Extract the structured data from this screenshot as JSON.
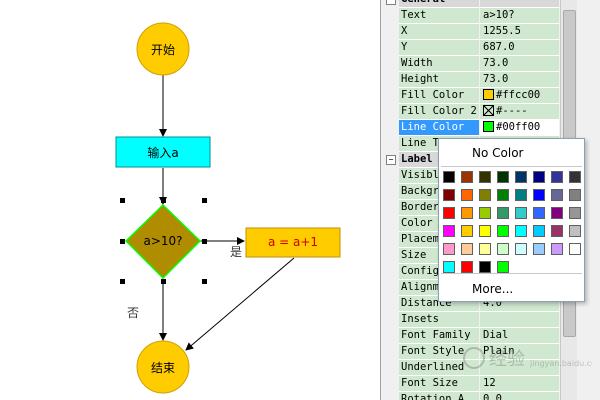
{
  "flowchart": {
    "nodes": {
      "start": "开始",
      "input": "输入a",
      "decision": "a>10?",
      "process": "a = a+1",
      "end": "结束"
    },
    "edge_labels": {
      "yes": "是",
      "no": "否"
    },
    "colors": {
      "circle": "#ffcc00",
      "input": "#00ffff",
      "decision": "#b08c00",
      "process": "#ffcc00"
    }
  },
  "properties": {
    "rows": [
      {
        "key": "General",
        "value": "",
        "type": "category"
      },
      {
        "key": "Text",
        "value": "a>10?"
      },
      {
        "key": "X",
        "value": "1255.5"
      },
      {
        "key": "Y",
        "value": "687.0"
      },
      {
        "key": "Width",
        "value": "73.0"
      },
      {
        "key": "Height",
        "value": "73.0"
      },
      {
        "key": "Fill Color",
        "value": "#ffcc00",
        "swatch": "#ffcc00"
      },
      {
        "key": "Fill Color 2",
        "value": "#----",
        "swatch": "none"
      },
      {
        "key": "Line Color",
        "value": "#00ff00",
        "swatch": "#00ff00",
        "selected": true
      },
      {
        "key": "Line Ty",
        "value": ""
      },
      {
        "key": "Label",
        "value": "",
        "type": "category"
      },
      {
        "key": "Visibl",
        "value": ""
      },
      {
        "key": "Backgr",
        "value": ""
      },
      {
        "key": "Border",
        "value": ""
      },
      {
        "key": "Color",
        "value": ""
      },
      {
        "key": "Placem",
        "value": ""
      },
      {
        "key": "Size",
        "value": ""
      },
      {
        "key": "Config",
        "value": ""
      },
      {
        "key": "Alignm",
        "value": ""
      },
      {
        "key": "Distance",
        "value": "4.0"
      },
      {
        "key": "Insets",
        "value": ""
      },
      {
        "key": "Font Family",
        "value": "Dial"
      },
      {
        "key": "Font Style",
        "value": "Plain"
      },
      {
        "key": "Underlined",
        "value": ""
      },
      {
        "key": "Font Size",
        "value": "12"
      },
      {
        "key": "Rotation A",
        "value": "0.0"
      }
    ]
  },
  "color_popup": {
    "no_color": "No Color",
    "more": "More...",
    "palette": [
      [
        "#000000",
        "#993300",
        "#333300",
        "#003300",
        "#003366",
        "#000080",
        "#333399",
        "#333333"
      ],
      [
        "#800000",
        "#ff6600",
        "#808000",
        "#008000",
        "#008080",
        "#0000ff",
        "#666699",
        "#808080"
      ],
      [
        "#ff0000",
        "#ff9900",
        "#99cc00",
        "#339966",
        "#33cccc",
        "#3366ff",
        "#800080",
        "#969696"
      ],
      [
        "#ff00ff",
        "#ffcc00",
        "#ffff00",
        "#00ff00",
        "#00ffff",
        "#00ccff",
        "#993366",
        "#c0c0c0"
      ],
      [
        "#ff99cc",
        "#ffcc99",
        "#ffff99",
        "#ccffcc",
        "#ccffff",
        "#99ccff",
        "#cc99ff",
        "#ffffff"
      ],
      [
        "#00ffff",
        "#ff0000",
        "#000000",
        "#00ff00"
      ]
    ]
  },
  "watermark": {
    "text": "经验",
    "sub": "jingyan.baidu.com"
  }
}
